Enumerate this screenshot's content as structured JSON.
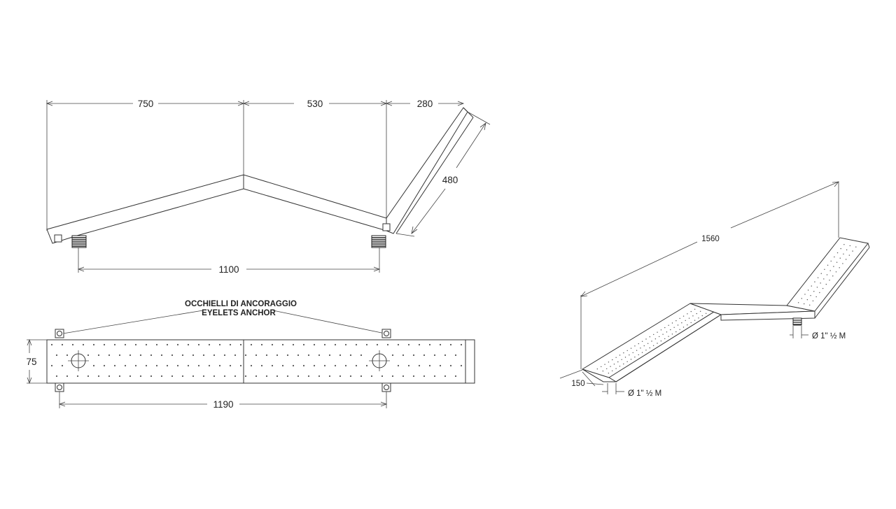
{
  "front_view": {
    "dim_segment_1": "750",
    "dim_segment_2": "530",
    "dim_segment_3": "280",
    "dim_diagonal": "480",
    "dim_fittings": "1100"
  },
  "top_view": {
    "anchor_label_it": "OCCHIELLI DI ANCORAGGIO",
    "anchor_label_en": "EYELETS ANCHOR",
    "dim_height": "75",
    "dim_eyelets": "1190"
  },
  "iso_view": {
    "dim_overall": "1560",
    "dim_width": "150",
    "fitting_label": "Ø 1\" ½ M"
  },
  "colors": {
    "line": "#333333",
    "background": "#ffffff"
  }
}
